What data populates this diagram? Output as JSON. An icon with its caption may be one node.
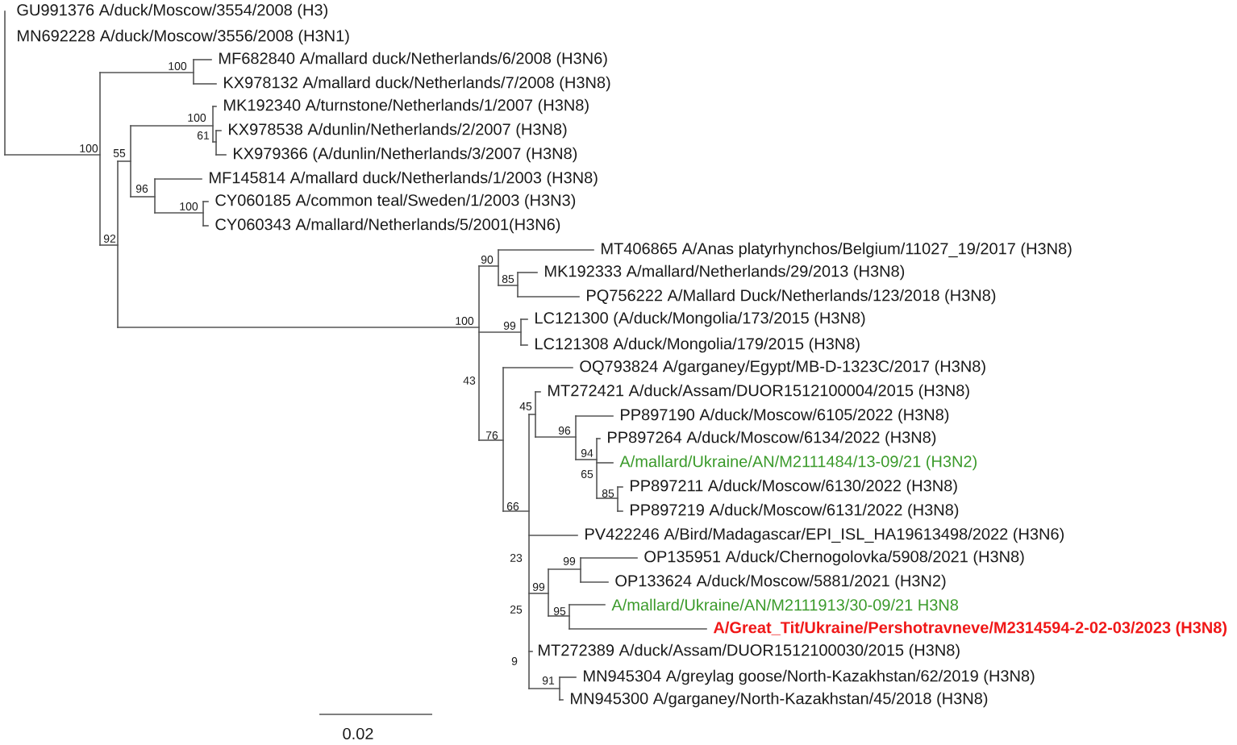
{
  "diagram": {
    "labels": [
      "GU991376 A/duck/Moscow/3554/2008 (H3)",
      "MN692228 A/duck/Moscow/3556/2008 (H3N1)",
      "MF682840 A/mallard duck/Netherlands/6/2008 (H3N6)",
      "100",
      "KX978132 A/mallard duck/Netherlands/7/2008 (H3N8)",
      "MK192340 A/turnstone/Netherlands/1/2007 (H3N8)",
      "100",
      "KX978538 A/dunlin/Netherlands/2/2007 (H3N8)",
      "61",
      "100",
      "55",
      "KX979366 (A/dunlin/Netherlands/3/2007 (H3N8)",
      "MF145814 A/mallard duck/Netherlands/1/2003 (H3N8)",
      "96",
      "CY060185 A/common teal/Sweden/1/2003 (H3N3)",
      "100",
      "CY060343 A/mallard/Netherlands/5/2001(H3N6)",
      "92",
      "MT406865 A/Anas platyrhynchos/Belgium/11027_19/2017 (H3N8)",
      "90",
      "MK192333 A/mallard/Netherlands/29/2013 (H3N8)",
      "85",
      "PQ756222 A/Mallard Duck/Netherlands/123/2018 (H3N8)",
      "100",
      "99",
      "LC121300 (A/duck/Mongolia/173/2015 (H3N8)",
      "LC121308 A/duck/Mongolia/179/2015 (H3N8)",
      "OQ793824 A/garganey/Egypt/MB-D-1323C/2017 (H3N8)",
      "43",
      "MT272421 A/duck/Assam/DUOR1512100004/2015 (H3N8)",
      "45",
      "PP897190 A/duck/Moscow/6105/2022 (H3N8)",
      "76",
      "96",
      "PP897264 A/duck/Moscow/6134/2022 (H3N8)",
      "94",
      "A/mallard/Ukraine/AN/M2111484/13-09/21 (H3N2)",
      "65",
      "PP897211 A/duck/Moscow/6130/2022 (H3N8)",
      "85",
      "66",
      "PP897219 A/duck/Moscow/6131/2022 (H3N8)",
      "PV422246 A/Bird/Madagascar/EPI_ISL_HA19613498/2022 (H3N6)",
      "23",
      "99",
      "OP135951 A/duck/Chernogolovka/5908/2021 (H3N8)",
      "99",
      "OP133624 A/duck/Moscow/5881/2021 (H3N2)",
      "A/mallard/Ukraine/AN/M2111913/30-09/21 H3N8",
      "25",
      "95",
      "A/Great_Tit/Ukraine/Pershotravneve/M2314594-2-02-03/2023 (H3N8)",
      "MT272389 A/duck/Assam/DUOR1512100030/2015 (H3N8)",
      "9",
      "MN945304 A/greylag goose/North-Kazakhstan/62/2019 (H3N8)",
      "91",
      "MN945300 A/garganey/North-Kazakhstan/45/2018 (H3N8)",
      "0.02"
    ]
  }
}
